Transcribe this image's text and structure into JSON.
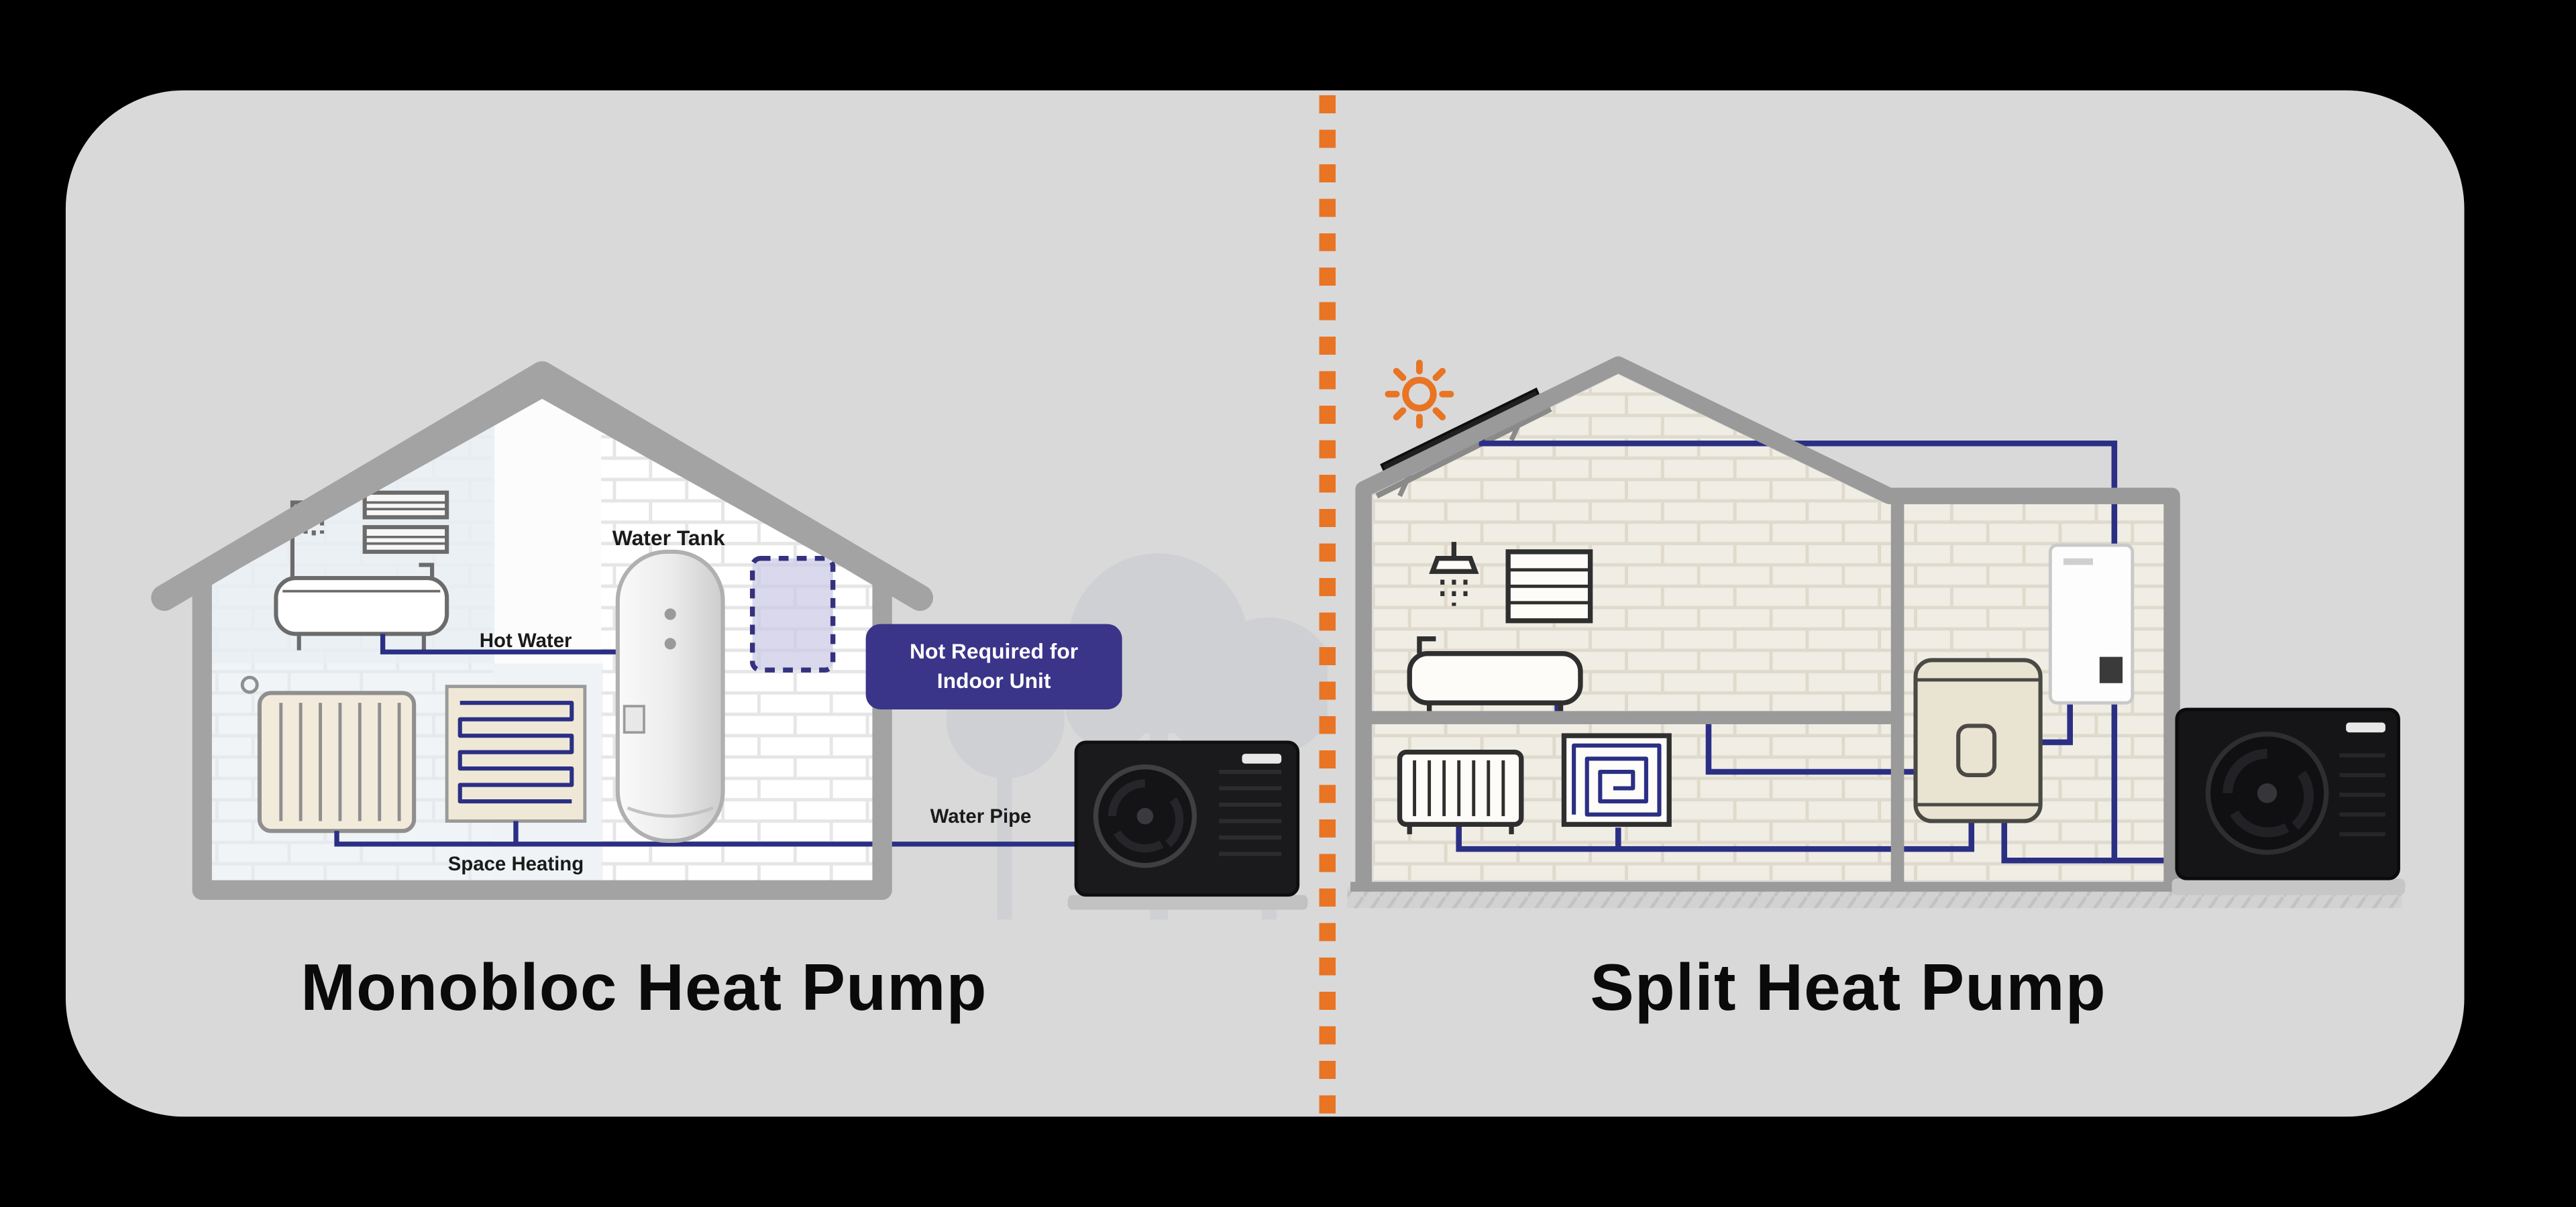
{
  "colors": {
    "background": "#000000",
    "card": "#d9d9d9",
    "divider_orange": "#e87424",
    "pipe_navy": "#2b2f84",
    "callout_bg": "#3a3589",
    "house_outline": "#a3a3a3"
  },
  "monobloc": {
    "title": "Monobloc Heat Pump",
    "water_tank_label": "Water Tank",
    "hot_water_label": "Hot Water",
    "space_heating_label": "Space Heating",
    "water_pipe_label": "Water Pipe",
    "callout": {
      "line1": "Not Required for",
      "line2": "Indoor Unit"
    }
  },
  "split": {
    "title": "Split Heat Pump"
  },
  "icons": {
    "sun-icon": "☀",
    "solar-panel-icon": "solar panel on roof",
    "bathtub-icon": "bathtub with shower",
    "towel-rack-icon": "towel shelf",
    "radiator-icon": "radiator",
    "underfloor-heating-icon": "underfloor heating coil",
    "water-tank-icon": "hot water cylinder",
    "indoor-unit-icon": "wall-mounted hydrobox",
    "outdoor-unit-icon": "heat pump outdoor unit",
    "tree-icon": "background trees"
  }
}
